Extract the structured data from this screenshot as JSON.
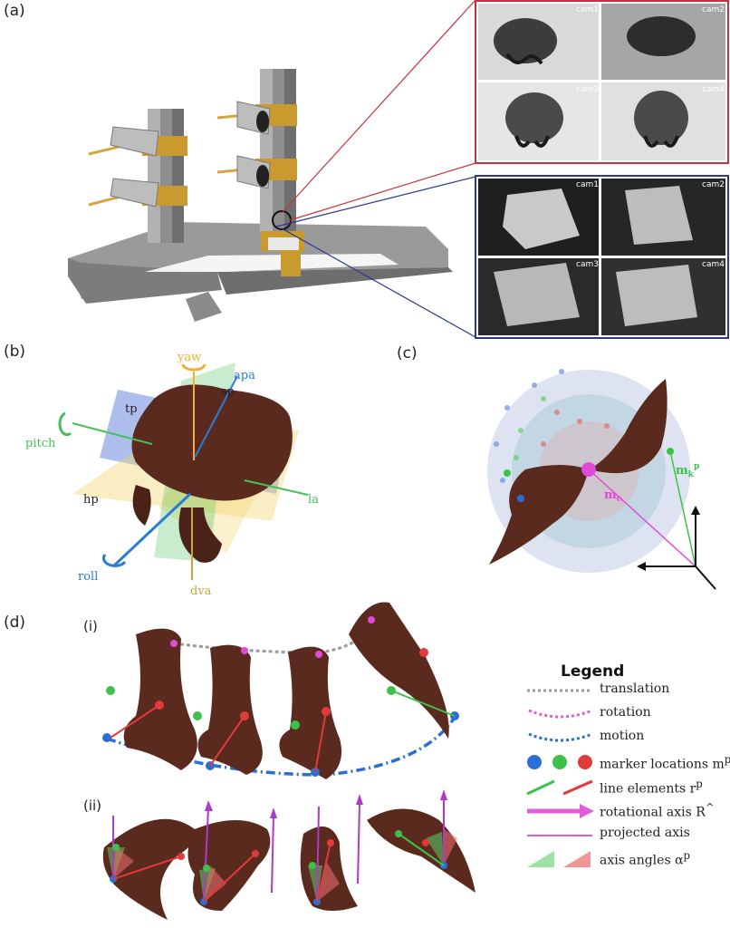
{
  "panels": {
    "a": "(a)",
    "b": "(b)",
    "c": "(c)",
    "d": "(d)",
    "d_i": "(i)",
    "d_ii": "(ii)"
  },
  "cameras": {
    "top": [
      "cam1",
      "cam2",
      "cam3",
      "cam4"
    ],
    "bottom": [
      "cam1",
      "cam2",
      "cam3",
      "cam4"
    ]
  },
  "panel_b_labels": {
    "yaw": "yaw",
    "apa": "apa",
    "sp": "sp",
    "tp": "tp",
    "pitch": "pitch",
    "hp": "hp",
    "la": "la",
    "roll": "roll",
    "dva": "dva"
  },
  "panel_c_labels": {
    "mk": "m",
    "mk_sub": "k",
    "mk_sup": "p",
    "mc": "m",
    "mc_sub": "c"
  },
  "legend": {
    "title": "Legend",
    "items": [
      {
        "text": "translation"
      },
      {
        "text": "rotation"
      },
      {
        "text": "motion"
      },
      {
        "text": "marker locations m",
        "sup": "p"
      },
      {
        "text": "line elements r",
        "sup": "p"
      },
      {
        "text": "rotational axis R",
        "sup": "^"
      },
      {
        "text": "projected axis"
      },
      {
        "text": "axis angles α",
        "sup": "p"
      }
    ]
  },
  "colors": {
    "red_frame": "#c8323c",
    "blue_frame": "#2b3990",
    "mandible": "#5a2a1f",
    "gold": "#d4a032",
    "steel": "#8a8a8a",
    "marker_blue": "#2a6fd6",
    "marker_green": "#3cc24a",
    "marker_red": "#e23a3a",
    "axis_magenta": "#e05cd8"
  }
}
